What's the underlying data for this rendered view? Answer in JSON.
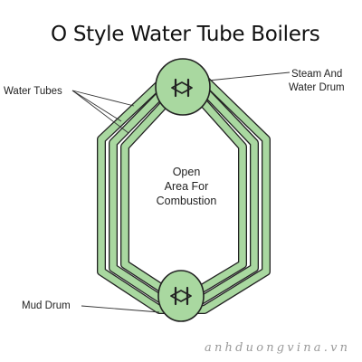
{
  "diagram": {
    "title": "O Style Water Tube Boilers",
    "labels": {
      "water_tubes": "Water Tubes",
      "steam_drum_line1": "Steam And",
      "steam_drum_line2": "Water Drum",
      "mud_drum": "Mud Drum",
      "center_line1": "Open",
      "center_line2": "Area For",
      "center_line3": "Combustion"
    },
    "watermark": "anhduongvina.vn",
    "colors": {
      "tube_fill": "#a9d8a0",
      "outline": "#222222",
      "background": "#ffffff",
      "watermark": "#9a9a9a"
    },
    "icons": {
      "steam_drum_symbol": "drum-valve-icon",
      "mud_drum_symbol": "drum-valve-icon"
    }
  }
}
